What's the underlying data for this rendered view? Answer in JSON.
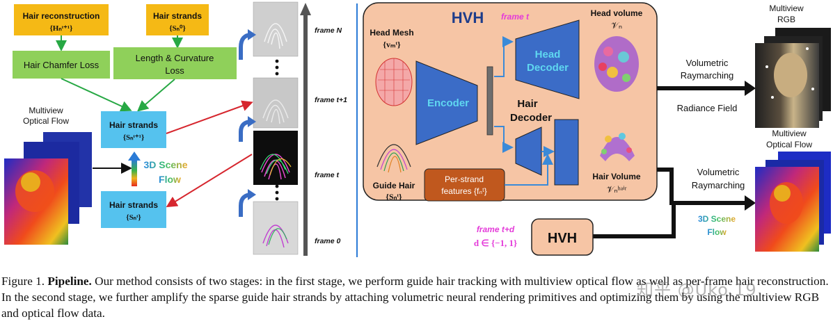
{
  "left": {
    "hair_reconstruction": "Hair reconstruction",
    "hair_reconstruction_sym": "{Hₙᵗ⁺¹}",
    "hair_strands_top": "Hair strands",
    "hair_strands_top_sym": "{Sₙ⁰}",
    "chamfer_loss": "Hair Chamfer Loss",
    "length_curv_1": "Length & Curvature",
    "length_curv_2": "Loss",
    "flow_label_1": "Multiview",
    "flow_label_2": "Optical Flow",
    "strands_mid": "Hair strands",
    "strands_mid_sym": "{Sₙᵗ⁺¹}",
    "scene_flow_1": "3D Scene",
    "scene_flow_2": "Flow",
    "strands_bottom": "Hair strands",
    "strands_bottom_sym": "{Sₙᵗ}"
  },
  "frames": {
    "n": "frame N",
    "t1": "frame t+1",
    "t": "frame t",
    "zero": "frame 0"
  },
  "hvh": {
    "title": "HVH",
    "frame_t": "frame t",
    "head_mesh": "Head Mesh",
    "head_mesh_sym": "{vₘᵗ}",
    "encoder": "Encoder",
    "head_decoder_1": "Head",
    "head_decoder_2": "Decoder",
    "hair_decoder_1": "Hair",
    "hair_decoder_2": "Decoder",
    "head_volume": "Head volume",
    "head_volume_sym": "𝒱ₙ",
    "hair_volume": "Hair Volume",
    "hair_volume_sym": "𝒱ₙʰᵃⁱʳ",
    "guide_hair": "Guide Hair",
    "guide_hair_sym": "{Sₙᵗ}",
    "per_strand_1": "Per-strand",
    "per_strand_2": "features {fₙᵗ}"
  },
  "right": {
    "rgb_1": "Multiview",
    "rgb_2": "RGB",
    "vol_ray_1a": "Volumetric",
    "vol_ray_1b": "Raymarching",
    "radiance": "Radiance Field",
    "flow_1": "Multiview",
    "flow_2": "Optical Flow",
    "vol_ray_2a": "Volumetric",
    "vol_ray_2b": "Raymarching",
    "scene_flow_1": "3D Scene",
    "scene_flow_2": "Flow",
    "frame_td": "frame t+d",
    "d_set": "d ∈ {−1, 1}",
    "hvh2": "HVH"
  },
  "caption": {
    "label": "Figure 1.",
    "bold": "Pipeline.",
    "text": "Our method consists of two stages: in the first stage, we perform guide hair tracking with multiview optical flow as well as per-frame hair reconstruction. In the second stage, we further amplify the sparse guide hair strands by attaching volumetric neural rendering primitives and optimizing them by using the multiview RGB and optical flow data."
  },
  "watermark": "知乎 @Uko.19",
  "colors": {
    "yellow": "#f5b915",
    "green": "#8fd05a",
    "blue_box": "#55c2ee",
    "hvh_bg": "#f6c5a5",
    "decoder_blue": "#3b6cc7",
    "magenta": "#e43ad9",
    "navy": "#1d3c8a",
    "red_arrow": "#d6262e",
    "green_arrow": "#27a844",
    "orange_box": "#c0581e"
  }
}
